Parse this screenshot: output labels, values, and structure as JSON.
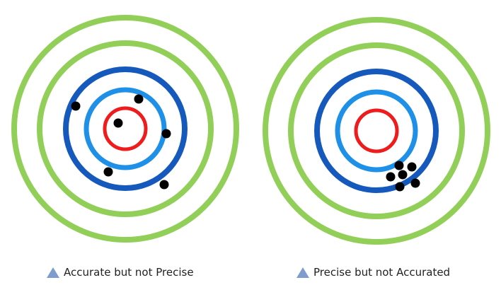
{
  "colors": {
    "outer_ring": "#92cf58",
    "dark_blue_ring": "#1559bd",
    "light_blue_ring": "#1e90e8",
    "red_ring": "#ee1c1c",
    "dot": "#000000",
    "triangle": "#7f9ccf"
  },
  "icons": {
    "legend_marker": "triangle-icon"
  },
  "targets": [
    {
      "id": "accurate-not-precise",
      "caption": "Accurate but not Precise",
      "hits": 6
    },
    {
      "id": "precise-not-accurate",
      "caption": "Precise but not Accurated",
      "hits": 6
    }
  ]
}
